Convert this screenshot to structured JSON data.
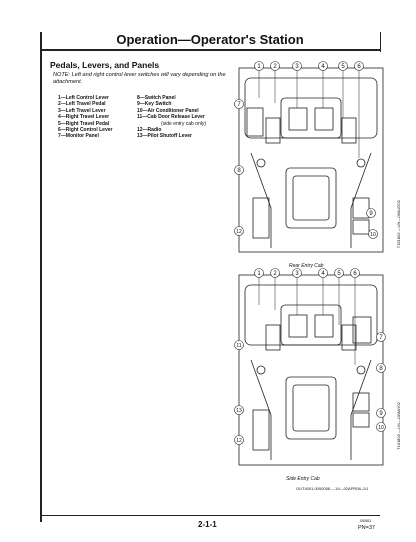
{
  "header": {
    "title": "Operation—Operator's Station"
  },
  "section": {
    "heading": "Pedals, Levers, and Panels",
    "note": "NOTE: Left and right control lever switches will vary depending on the attachment."
  },
  "parts_left": [
    "1—Left Control Lever",
    "2—Left Travel Pedal",
    "3—Left Travel Lever",
    "4—Right Travel Lever",
    "5—Right Travel Pedal",
    "6—Right Control Lever",
    "7—Monitor Panel"
  ],
  "parts_right": [
    "8—Switch Panel",
    "9—Key Switch",
    "10—Air Conditioner Panel",
    "11—Cab Door Release Lever",
    "(side entry cab only)",
    "12—Radio",
    "13—Pilot Shutoff Lever"
  ],
  "figures": {
    "rear": {
      "caption": "Rear Entry Cab",
      "code": "T161802 —UN—06AUG02",
      "callouts_top": [
        "1",
        "2",
        "3",
        "4",
        "5",
        "6"
      ],
      "callouts_side": [
        "7",
        "8",
        "9",
        "10",
        "12"
      ]
    },
    "side": {
      "caption": "Side Entry Cab",
      "code": "T161803 —UN—10MAY02",
      "callouts_top": [
        "1",
        "2",
        "3",
        "4",
        "5",
        "6"
      ],
      "callouts_side": [
        "7",
        "8",
        "9",
        "10",
        "11",
        "12",
        "13"
      ]
    }
  },
  "footer": {
    "ref_code": "OUT4001,0000058 —19—02APR08–1/1",
    "page_number": "2-1-1",
    "small_ref": "050811",
    "pn": "PN=37"
  }
}
